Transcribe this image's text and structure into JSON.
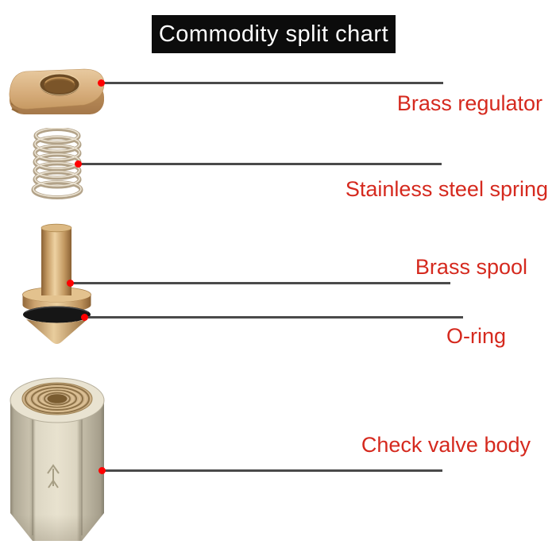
{
  "title": {
    "text": "Commodity split chart"
  },
  "parts": [
    {
      "id": "brass-regulator",
      "label": "Brass regulator"
    },
    {
      "id": "stainless-steel-spring",
      "label": "Stainless steel spring"
    },
    {
      "id": "brass-spool",
      "label": "Brass spool"
    },
    {
      "id": "o-ring",
      "label": "O-ring"
    },
    {
      "id": "check-valve-body",
      "label": "Check valve body"
    }
  ],
  "colors": {
    "title_background": "#0c0c0c",
    "title_text": "#ffffff",
    "label_text": "#d5291e",
    "leader_line": "#4a4a4a",
    "marker_dot": "#ff0000",
    "brass": "#cfa26c",
    "spring_metal": "#b2a288",
    "o_ring_black": "#161616",
    "valve_body_metal": "#ddd7c4"
  }
}
